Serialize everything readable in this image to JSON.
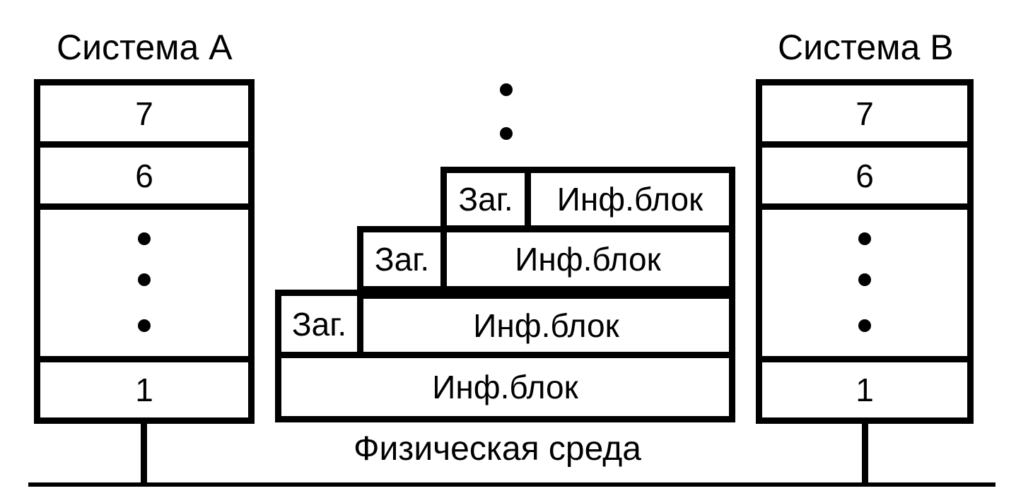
{
  "system_a": {
    "title": "Система А",
    "layers": {
      "top": "7",
      "second": "6",
      "bottom": "1"
    }
  },
  "system_b": {
    "title": "Система В",
    "layers": {
      "top": "7",
      "second": "6",
      "bottom": "1"
    }
  },
  "packets": {
    "row1": {
      "header": "Заг.",
      "block": "Инф.блок"
    },
    "row2": {
      "header": "Заг.",
      "block": "Инф.блок"
    },
    "row3": {
      "header": "Заг.",
      "block": "Инф.блок"
    },
    "row4": {
      "block": "Инф.блок"
    }
  },
  "medium_label": "Физическая среда"
}
